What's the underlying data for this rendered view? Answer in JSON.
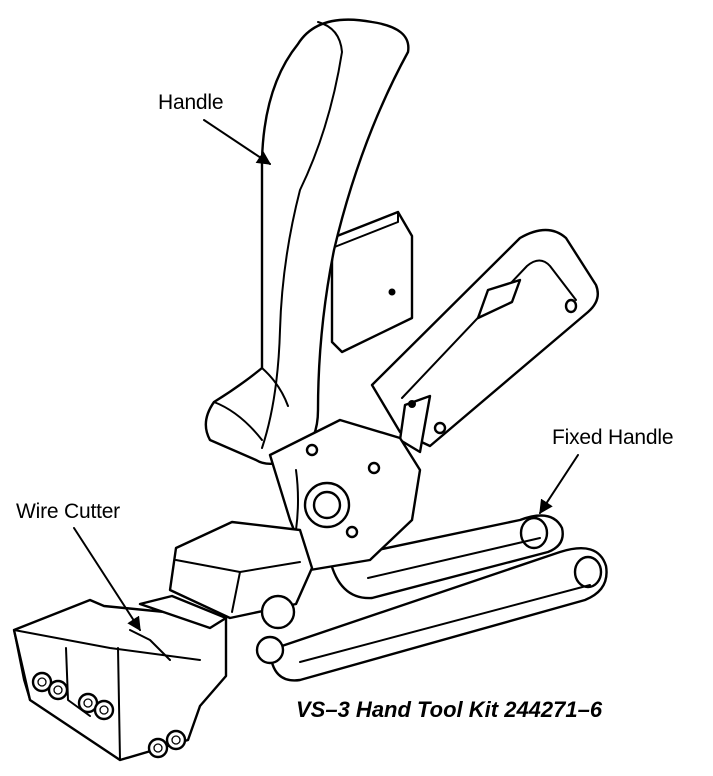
{
  "labels": {
    "handle": "Handle",
    "fixed_handle": "Fixed Handle",
    "wire_cutter": "Wire Cutter"
  },
  "caption": "VS–3 Hand Tool Kit 244271–6"
}
